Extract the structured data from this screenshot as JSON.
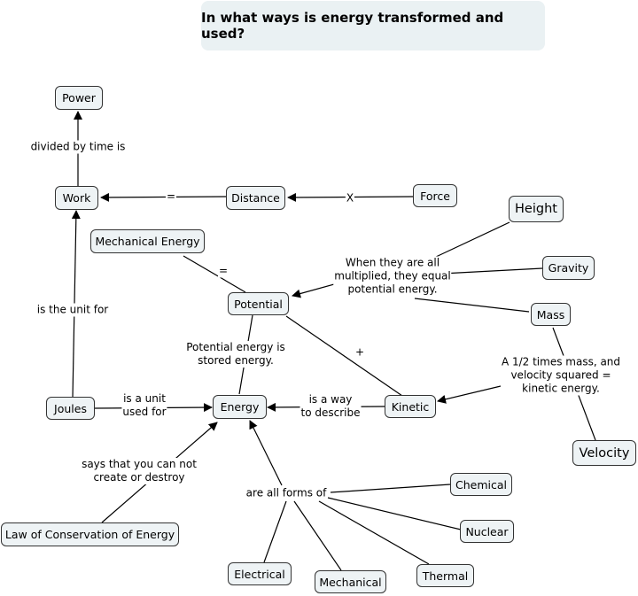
{
  "title": "In what ways is energy transformed and used?",
  "nodes": {
    "power": "Power",
    "work": "Work",
    "distance": "Distance",
    "force": "Force",
    "height": "Height",
    "mechanical_energy": "Mechanical Energy",
    "gravity": "Gravity",
    "potential": "Potential",
    "mass": "Mass",
    "joules": "Joules",
    "energy": "Energy",
    "kinetic": "Kinetic",
    "velocity": "Velocity",
    "chemical": "Chemical",
    "law": "Law of Conservation of Energy",
    "nuclear": "Nuclear",
    "electrical": "Electrical",
    "thermal": "Thermal",
    "mechanical": "Mechanical"
  },
  "links": {
    "divided_by_time": "divided by time is",
    "equals_work": "=",
    "times_force": "X",
    "equals_mech": "=",
    "multiplied": "When they are all\nmultiplied, they equal\npotential energy.",
    "unit_for": "is the unit for",
    "plus": "+",
    "stored": "Potential energy is\nstored energy.",
    "half_mass": "A 1/2 times mass, and\nvelocity squared =\nkinetic energy.",
    "unit_used": "is a unit\nused for",
    "way_describe": "is a way\nto describe",
    "cannot_create": "says that you can not\ncreate or destroy",
    "forms_of": "are all forms of"
  }
}
